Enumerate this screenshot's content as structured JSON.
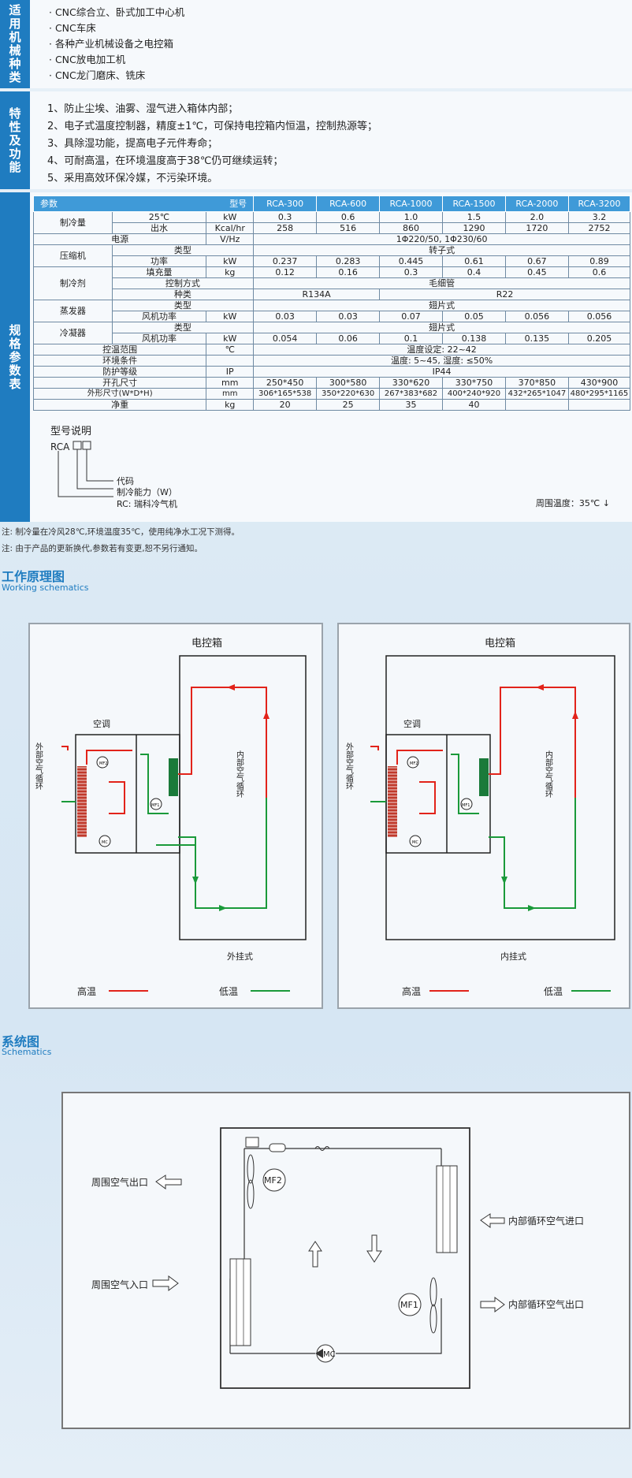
{
  "section1": {
    "label": "适用机械种类",
    "items": [
      "· CNC综合立、卧式加工中心机",
      "· CNC车床",
      "· 各种产业机械设备之电控箱",
      "· CNC放电加工机",
      "· CNC龙门磨床、铣床"
    ]
  },
  "section2": {
    "label": "特性及功能",
    "items": [
      "1、防止尘埃、油雾、湿气进入箱体内部；",
      "2、电子式温度控制器，精度±1℃，可保持电控箱内恒温，控制热源等；",
      "3、具除湿功能，提高电子元件寿命；",
      "4、可耐高温，在环境温度高于38℃仍可继续运转；",
      "5、采用高效环保冷媒，不污染环境。"
    ]
  },
  "section3": {
    "label": "规格参数表",
    "head": {
      "param": "参数",
      "model": "型号",
      "models": [
        "RCA-300",
        "RCA-600",
        "RCA-1000",
        "RCA-1500",
        "RCA-2000",
        "RCA-3200"
      ]
    },
    "rows": {
      "cool": {
        "group": "制冷量",
        "sub1": "25℃",
        "unit1": "kW",
        "v1": [
          "0.3",
          "0.6",
          "1.0",
          "1.5",
          "2.0",
          "3.2"
        ],
        "sub2": "出水",
        "unit2": "Kcal/hr",
        "v2": [
          "258",
          "516",
          "860",
          "1290",
          "1720",
          "2752"
        ]
      },
      "power": {
        "label": "电源",
        "unit": "V/Hz",
        "value": "1Φ220/50, 1Φ230/60"
      },
      "comp": {
        "group": "压缩机",
        "sub1": "类型",
        "v1": "转子式",
        "sub2": "功率",
        "unit2": "kW",
        "v2": [
          "0.237",
          "0.283",
          "0.445",
          "0.61",
          "0.67",
          "0.89"
        ]
      },
      "ref": {
        "group": "制冷剂",
        "sub1": "填充量",
        "unit1": "kg",
        "v1": [
          "0.12",
          "0.16",
          "0.3",
          "0.4",
          "0.45",
          "0.6"
        ],
        "sub2": "控制方式",
        "v2": "毛细管",
        "sub3": "种类",
        "v3a": "R134A",
        "v3b": "R22"
      },
      "evap": {
        "group": "蒸发器",
        "sub1": "类型",
        "v1": "翅片式",
        "sub2": "风机功率",
        "unit2": "kW",
        "v2": [
          "0.03",
          "0.03",
          "0.07",
          "0.05",
          "0.056",
          "0.056"
        ]
      },
      "cond": {
        "group": "冷凝器",
        "sub1": "类型",
        "v1": "翅片式",
        "sub2": "风机功率",
        "unit2": "kW",
        "v2": [
          "0.054",
          "0.06",
          "0.1",
          "0.138",
          "0.135",
          "0.205"
        ]
      },
      "trange": {
        "label": "控温范围",
        "unit": "℃",
        "value": "温度设定: 22~42"
      },
      "env": {
        "label": "环境条件",
        "unit": "",
        "value": "温度: 5~45, 湿度: ≤50%"
      },
      "ip": {
        "label": "防护等级",
        "unit": "IP",
        "value": "IP44"
      },
      "hole": {
        "label": "开孔尺寸",
        "unit": "mm",
        "values": [
          "250*450",
          "300*580",
          "330*620",
          "330*750",
          "370*850",
          "430*900"
        ]
      },
      "dim": {
        "label": "外形尺寸(W*D*H)",
        "unit": "mm",
        "values": [
          "306*165*538",
          "350*220*630",
          "267*383*682",
          "400*240*920",
          "432*265*1047",
          "480*295*1165"
        ]
      },
      "weight": {
        "label": "净重",
        "unit": "kg",
        "values": [
          "20",
          "25",
          "35",
          "40",
          "",
          ""
        ]
      }
    },
    "model_note": {
      "title": "型号说明",
      "prefix": "RCA",
      "code": "代码",
      "capacity": "制冷能力（W）",
      "rc": "RC: 瑞科冷气机",
      "ambient": "周围温度：35℃ ↓"
    }
  },
  "notes": [
    "注: 制冷量在冷风28℃,环境温度35℃，使用纯净水工况下测得。",
    "注: 由于产品的更新换代,参数若有变更,恕不另行通知。"
  ],
  "working": {
    "title": "工作原理图",
    "subtitle": "Working schematics",
    "box": "电控箱",
    "ac": "空调",
    "outer": "外部空气循环",
    "inner": "内部空气循环",
    "mf1": "MF1",
    "mf2": "MF2",
    "mc": "MC",
    "left_caption": "外挂式",
    "right_caption": "内挂式",
    "high": "高温",
    "low": "低温",
    "colors": {
      "high": "#e2231a",
      "low": "#1a9a3a"
    }
  },
  "system": {
    "title": "系统图",
    "subtitle": "Schematics",
    "out_air": "周围空气出口",
    "in_air": "周围空气入口",
    "inner_in": "内部循环空气进口",
    "inner_out": "内部循环空气出口",
    "mf1": "MF1",
    "mf2": "MF2",
    "mc": "MC"
  }
}
